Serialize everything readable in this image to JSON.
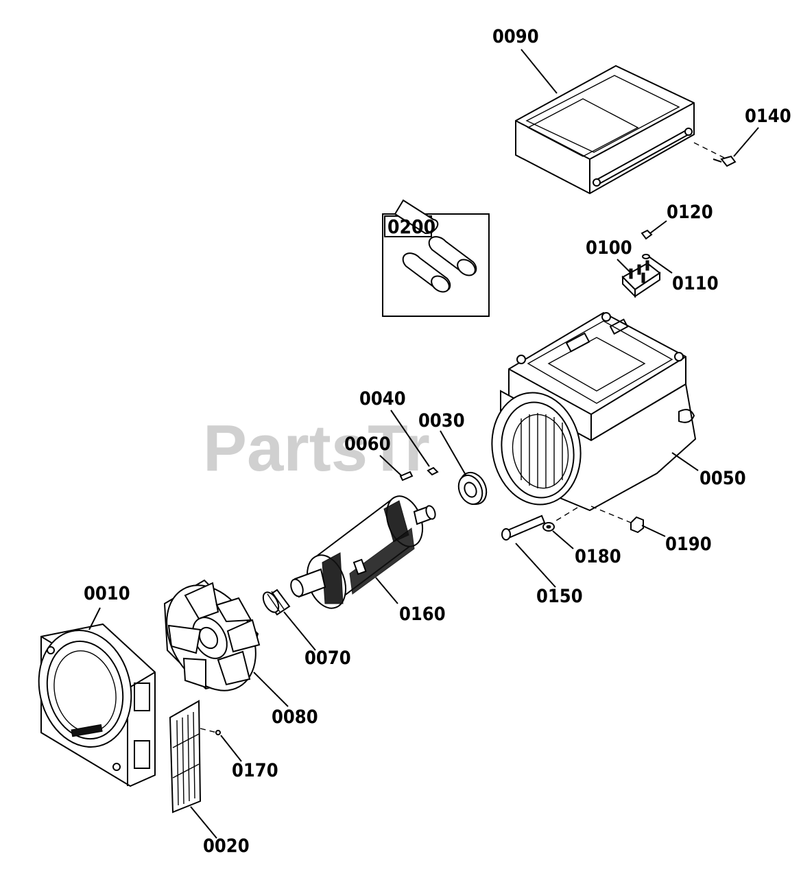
{
  "watermark": "PartsTr",
  "callouts": {
    "p0090": "0090",
    "p0140": "0140",
    "p0200": "0200",
    "p0120": "0120",
    "p0100": "0100",
    "p0110": "0110",
    "p0040": "0040",
    "p0060": "0060",
    "p0030": "0030",
    "p0050": "0050",
    "p0190": "0190",
    "p0180": "0180",
    "p0150": "0150",
    "p0160": "0160",
    "p0010": "0010",
    "p0070": "0070",
    "p0080": "0080",
    "p0170": "0170",
    "p0020": "0020"
  }
}
